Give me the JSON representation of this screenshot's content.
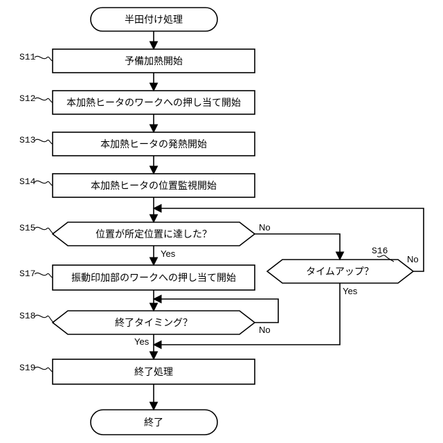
{
  "nodes": {
    "start": "半田付け処理",
    "s11": "予備加熱開始",
    "s12": "本加熱ヒータのワークへの押し当て開始",
    "s13": "本加熱ヒータの発熱開始",
    "s14": "本加熱ヒータの位置監視開始",
    "s15": "位置が所定位置に達した？",
    "s16": "タイムアップ？",
    "s17": "振動印加部のワークへの押し当て開始",
    "s18": "終了タイミング？",
    "s19": "終了処理",
    "end": "終了"
  },
  "step_labels": {
    "s11": "S11",
    "s12": "S12",
    "s13": "S13",
    "s14": "S14",
    "s15": "S15",
    "s16": "S16",
    "s17": "S17",
    "s18": "S18",
    "s19": "S19"
  },
  "branch_labels": {
    "s15_no": "No",
    "s15_yes": "Yes",
    "s16_no": "No",
    "s16_yes": "Yes",
    "s18_no": "No",
    "s18_yes": "Yes"
  }
}
